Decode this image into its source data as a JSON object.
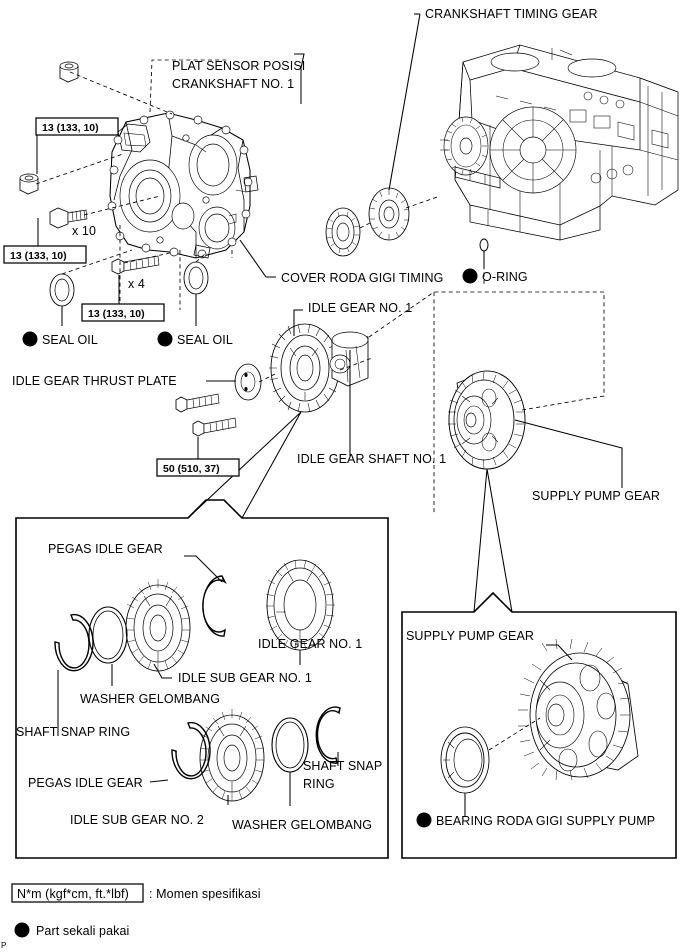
{
  "document": {
    "type": "exploded-parts-diagram",
    "title_absent": true,
    "language": "id",
    "page_code": "P"
  },
  "main_callouts": [
    {
      "id": "plat-sensor",
      "line1": "PLAT SENSOR POSISI",
      "line2": "CRANKSHAFT NO. 1"
    },
    {
      "id": "crankshaft-timing-gear",
      "text": "CRANKSHAFT TIMING GEAR"
    },
    {
      "id": "cover-roda-gigi-timing",
      "text": "COVER RODA GIGI TIMING"
    },
    {
      "id": "o-ring",
      "text": "O-RING",
      "reusable": false
    },
    {
      "id": "seal-oil-1",
      "text": "SEAL OIL",
      "reusable": false
    },
    {
      "id": "seal-oil-2",
      "text": "SEAL OIL",
      "reusable": false
    },
    {
      "id": "idle-gear-thrust-plate",
      "text": "IDLE GEAR THRUST PLATE"
    },
    {
      "id": "idle-gear-no1",
      "text": "IDLE GEAR NO. 1"
    },
    {
      "id": "idle-gear-shaft-no1",
      "text": "IDLE GEAR SHAFT NO. 1"
    },
    {
      "id": "supply-pump-gear",
      "text": "SUPPLY PUMP GEAR"
    }
  ],
  "torque_specs": [
    {
      "id": "torque-upper",
      "text": "13 (133, 10)"
    },
    {
      "id": "torque-mid",
      "text": "13 (133, 10)"
    },
    {
      "id": "torque-lower",
      "text": "13 (133, 10)"
    },
    {
      "id": "torque-bolt-50",
      "text": "50 (510, 37)"
    }
  ],
  "quantities": [
    {
      "id": "qty-bolt-10",
      "text": "x 10"
    },
    {
      "id": "qty-bolt-4",
      "text": "x 4"
    }
  ],
  "inset_left": {
    "name": "idle-gear-assembly-detail",
    "callouts": [
      {
        "id": "pegas-idle-gear-1",
        "text": "PEGAS IDLE GEAR"
      },
      {
        "id": "idle-gear-no1-inset",
        "text": "IDLE GEAR NO. 1"
      },
      {
        "id": "idle-sub-gear-no1",
        "text": "IDLE SUB GEAR NO. 1"
      },
      {
        "id": "washer-gelombang-1",
        "text": "WASHER GELOMBANG"
      },
      {
        "id": "shaft-snap-ring-1",
        "text": "SHAFT SNAP RING"
      },
      {
        "id": "pegas-idle-gear-2",
        "text": "PEGAS IDLE GEAR"
      },
      {
        "id": "idle-sub-gear-no2",
        "text": "IDLE SUB GEAR NO. 2"
      },
      {
        "id": "washer-gelombang-2",
        "text": "WASHER GELOMBANG"
      },
      {
        "id": "shaft-snap-ring-2-line1",
        "text": "SHAFT SNAP"
      },
      {
        "id": "shaft-snap-ring-2-line2",
        "text": "RING"
      }
    ]
  },
  "inset_right": {
    "name": "supply-pump-gear-detail",
    "callouts": [
      {
        "id": "supply-pump-gear-inset",
        "text": "SUPPLY PUMP GEAR"
      },
      {
        "id": "bearing-roda-gigi-supply-pump",
        "text": "BEARING RODA GIGI SUPPLY PUMP",
        "reusable": false
      }
    ]
  },
  "legend": {
    "torque_box_text": "N*m (kgf*cm, ft.*lbf)",
    "torque_meaning": ": Momen spesifikasi",
    "bullet_meaning": "Part sekali pakai"
  },
  "colors": {
    "ink": "#000000",
    "paper": "#ffffff"
  }
}
